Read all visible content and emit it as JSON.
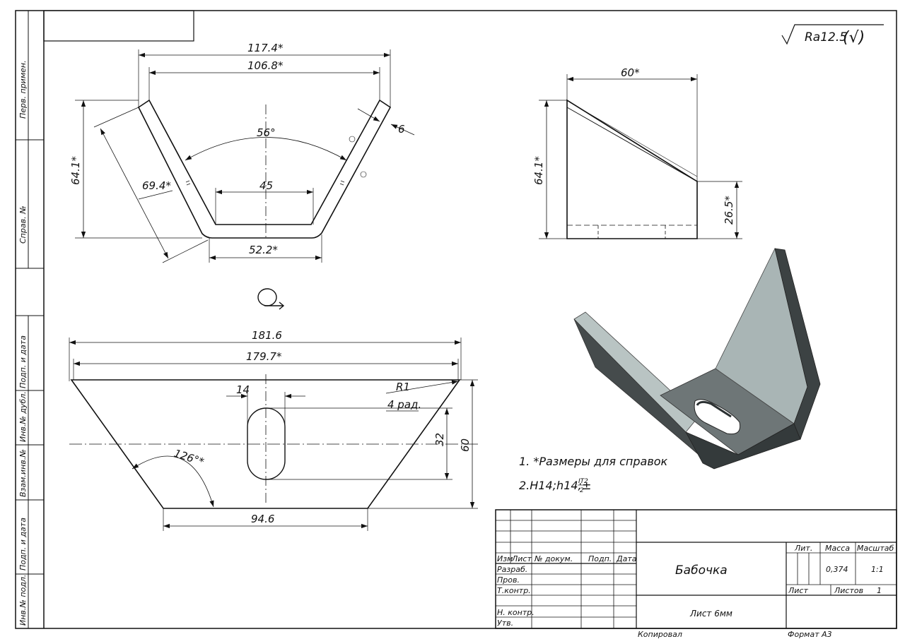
{
  "roughness": {
    "label": "Ra12.5",
    "suffix": "(√)"
  },
  "side_view": {
    "width_outer": "117.4*",
    "width_inner": "106.8*",
    "height": "64.1*",
    "angle": "56°",
    "flank": "69.4*",
    "bottom_inner": "45",
    "bottom_outer": "52.2*",
    "thickness": "6"
  },
  "end_view": {
    "width": "60*",
    "height": "64.1*",
    "lower_height": "26.5*"
  },
  "flat_pattern": {
    "symbol": "flat-pattern-symbol",
    "overall": "181.6",
    "overall_ref": "179.7*",
    "bottom": "94.6",
    "angle": "126°*",
    "slot_width": "14",
    "slot_length": "32",
    "height": "60",
    "radius": "R1",
    "radius_note": "4 рад."
  },
  "notes": [
    "1. *Размеры для справок",
    "2.H14;h14;±"
  ],
  "tolerance_fraction": {
    "top": "IT2",
    "bottom": "2"
  },
  "side_labels": [
    "Перв. примен.",
    "Справ. №",
    "Подп. и дата",
    "Инв.№ дубл.",
    "Взам.инв.№",
    "Подп. и дата",
    "Инв.№ подл."
  ],
  "title_block": {
    "headers": [
      "Изм",
      "Лист",
      "№ докум.",
      "Подп.",
      "Дата"
    ],
    "roles": [
      "Разраб.",
      "Пров.",
      "Т.контр.",
      "Н. контр.",
      "Утв."
    ],
    "name": "Бабочка",
    "material": "Лист 6мм",
    "lit_label": "Лит.",
    "mass_label": "Масса",
    "scale_label": "Масштаб",
    "mass": "0,374",
    "scale": "1:1",
    "sheet_label": "Лист",
    "sheets_label": "Листов",
    "sheets": "1",
    "copied": "Копировал",
    "format": "Формат  А3"
  }
}
